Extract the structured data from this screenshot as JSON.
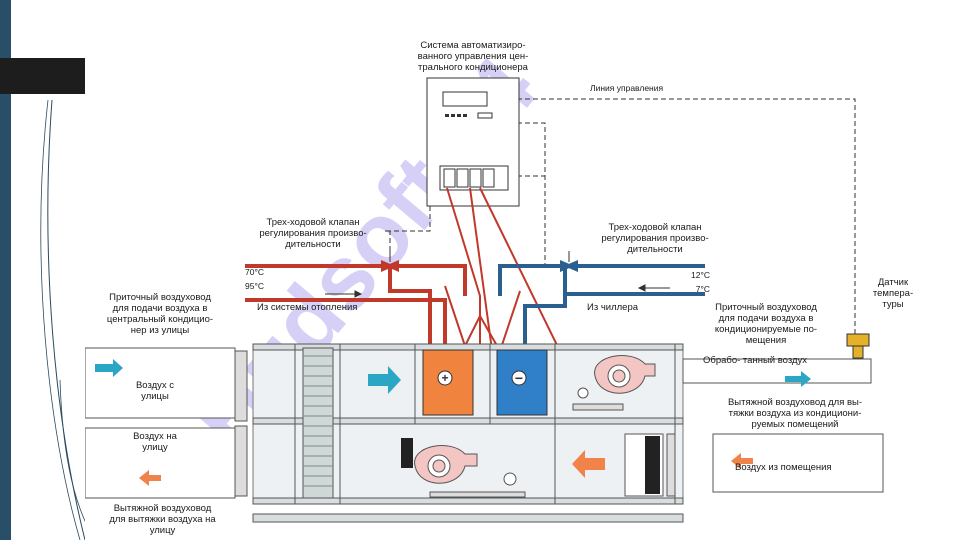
{
  "diagram": {
    "labels": {
      "control_system": "Система автоматизиро-\nванного управления цен-\nтрального кондиционера",
      "control_line": "Линия управления",
      "valve_left": "Трех-ходовой клапан\nрегулирования произво-\nдительности",
      "valve_right": "Трех-ходовой клапан\nрегулирования произво-\nдительности",
      "temp_70": "70°С",
      "temp_95": "95°С",
      "temp_12": "12°С",
      "temp_7": "7°С",
      "from_heating": "Из системы отопления",
      "from_chiller": "Из чиллера",
      "supply_duct_left": "Приточный воздуховод\nдля подачи воздуха в\nцентральный кондицио-\nнер из улицы",
      "supply_duct_right": "Приточный воздуховод\nдля подачи воздуха в\nкондиционируемые по-\nмещения",
      "treated_air": "Обрабо- танный воздух",
      "sensor": "Датчик\nтемпера-\nтуры",
      "air_from_street": "Воздух с\nулицы",
      "air_to_street": "Воздух на\nулицу",
      "exhaust_duct_right": "Вытяжной воздуховод для вы-\nтяжки воздуха из кондициони-\nруемых помещений",
      "air_from_room": "Воздух из помещения",
      "exhaust_duct_left": "Вытяжной воздуховод\nдля вытяжки воздуха на\nулицу"
    },
    "heater_symbol": "+",
    "cooler_symbol": "−",
    "watermark": "Hudsoft 24",
    "colors": {
      "sidebar": "#284f67",
      "heater": "#f0833e",
      "cooler": "#2f7fc9",
      "red_pipe": "#c0392b",
      "blue_pipe": "#2a5f8f",
      "fan": "#f3c6c3",
      "arrow_blue": "#2ba6c5",
      "arrow_orange": "#f0834a",
      "watermark": "#b8aaf0"
    }
  }
}
